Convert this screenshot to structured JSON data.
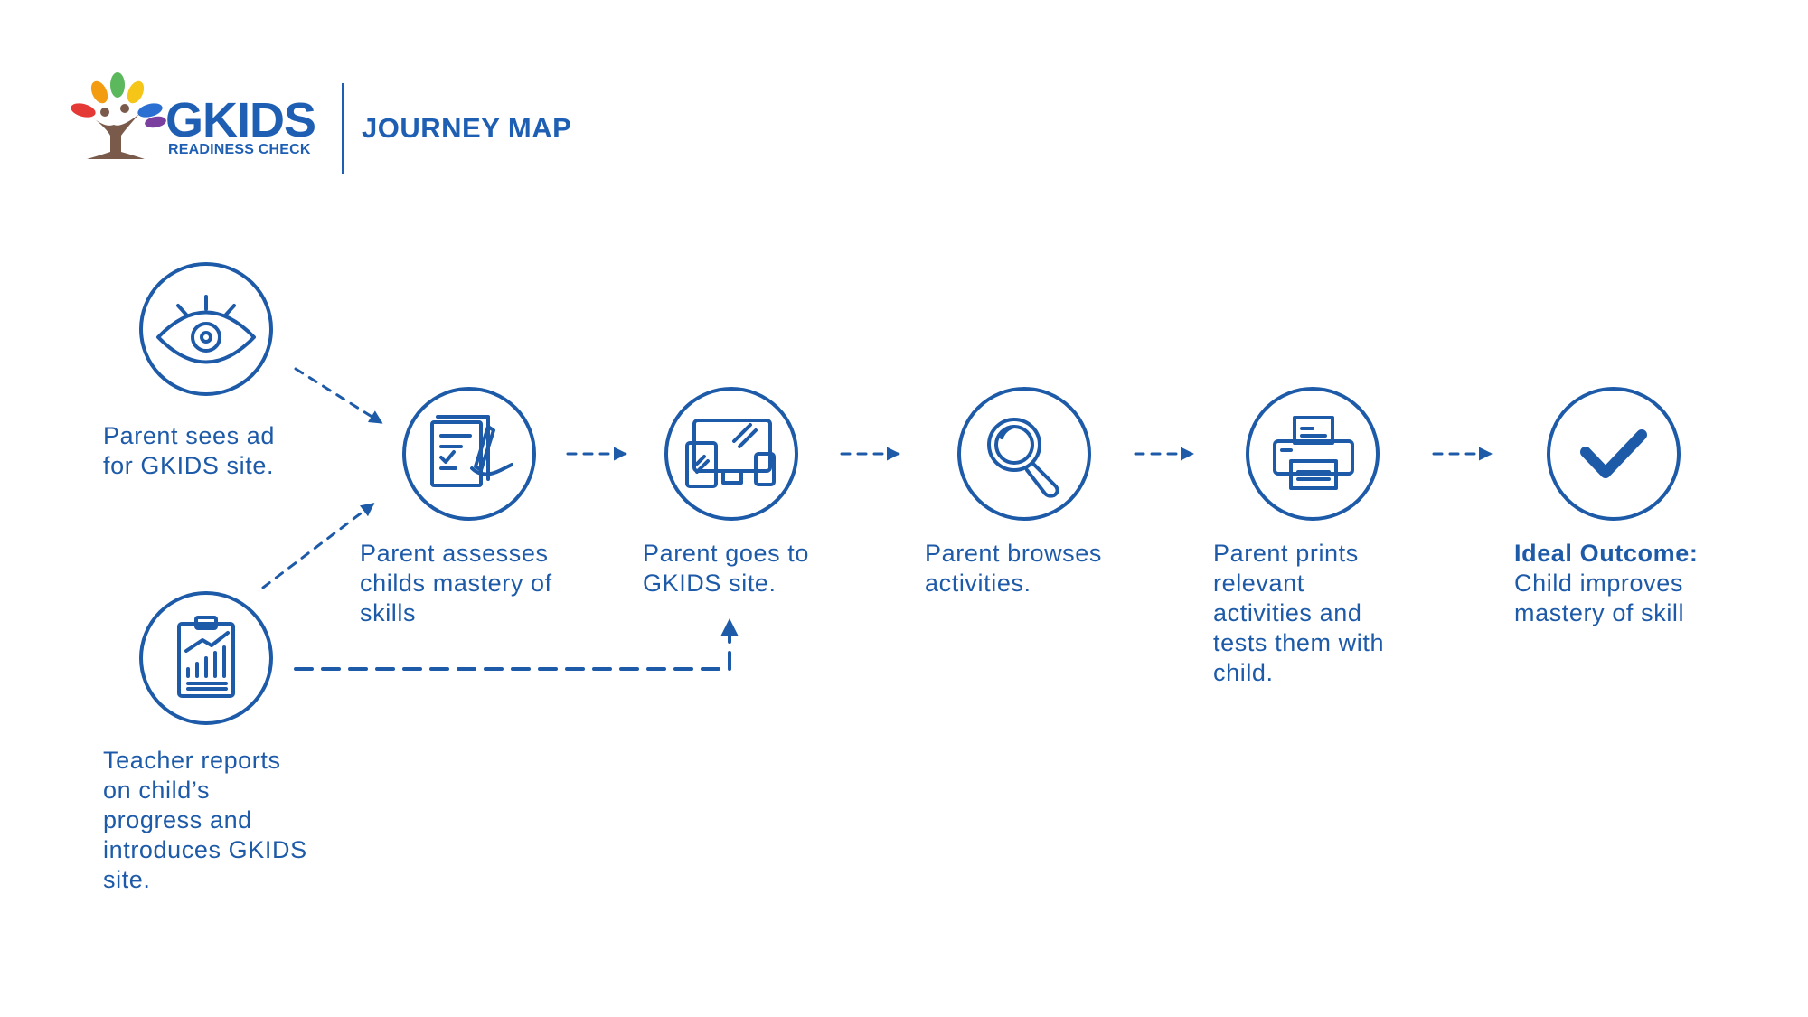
{
  "header": {
    "brand_name": "GKIDS",
    "brand_sub": "READINESS CHECK",
    "title": "JOURNEY MAP"
  },
  "colors": {
    "primary": "#1d5aa8",
    "leaf_red": "#e53935",
    "leaf_orange": "#f39c12",
    "leaf_green": "#5cb85c",
    "leaf_yellow": "#f5c518",
    "leaf_blue": "#2a6fd1",
    "leaf_purple": "#7b3fa0",
    "trunk": "#7a5a4a"
  },
  "steps": [
    {
      "id": "ad",
      "icon": "eye-icon",
      "lines": [
        "Parent sees ad",
        "for GKIDS site."
      ]
    },
    {
      "id": "teacher",
      "icon": "report-chart-icon",
      "lines": [
        "Teacher reports",
        "on child’s",
        "progress and",
        "introduces GKIDS",
        "site."
      ]
    },
    {
      "id": "assess",
      "icon": "document-writing-icon",
      "lines": [
        "Parent assesses",
        "childs mastery of",
        "skills"
      ]
    },
    {
      "id": "site",
      "icon": "devices-icon",
      "lines": [
        "Parent goes to",
        "GKIDS site."
      ]
    },
    {
      "id": "browse",
      "icon": "magnifier-icon",
      "lines": [
        "Parent browses",
        "activities."
      ]
    },
    {
      "id": "print",
      "icon": "printer-icon",
      "lines": [
        "Parent prints",
        "relevant",
        "activities and",
        "tests them with",
        "child."
      ]
    },
    {
      "id": "outcome",
      "icon": "checkmark-icon",
      "heading": "Ideal Outcome:",
      "lines": [
        "Child improves",
        "mastery of skill"
      ]
    }
  ]
}
